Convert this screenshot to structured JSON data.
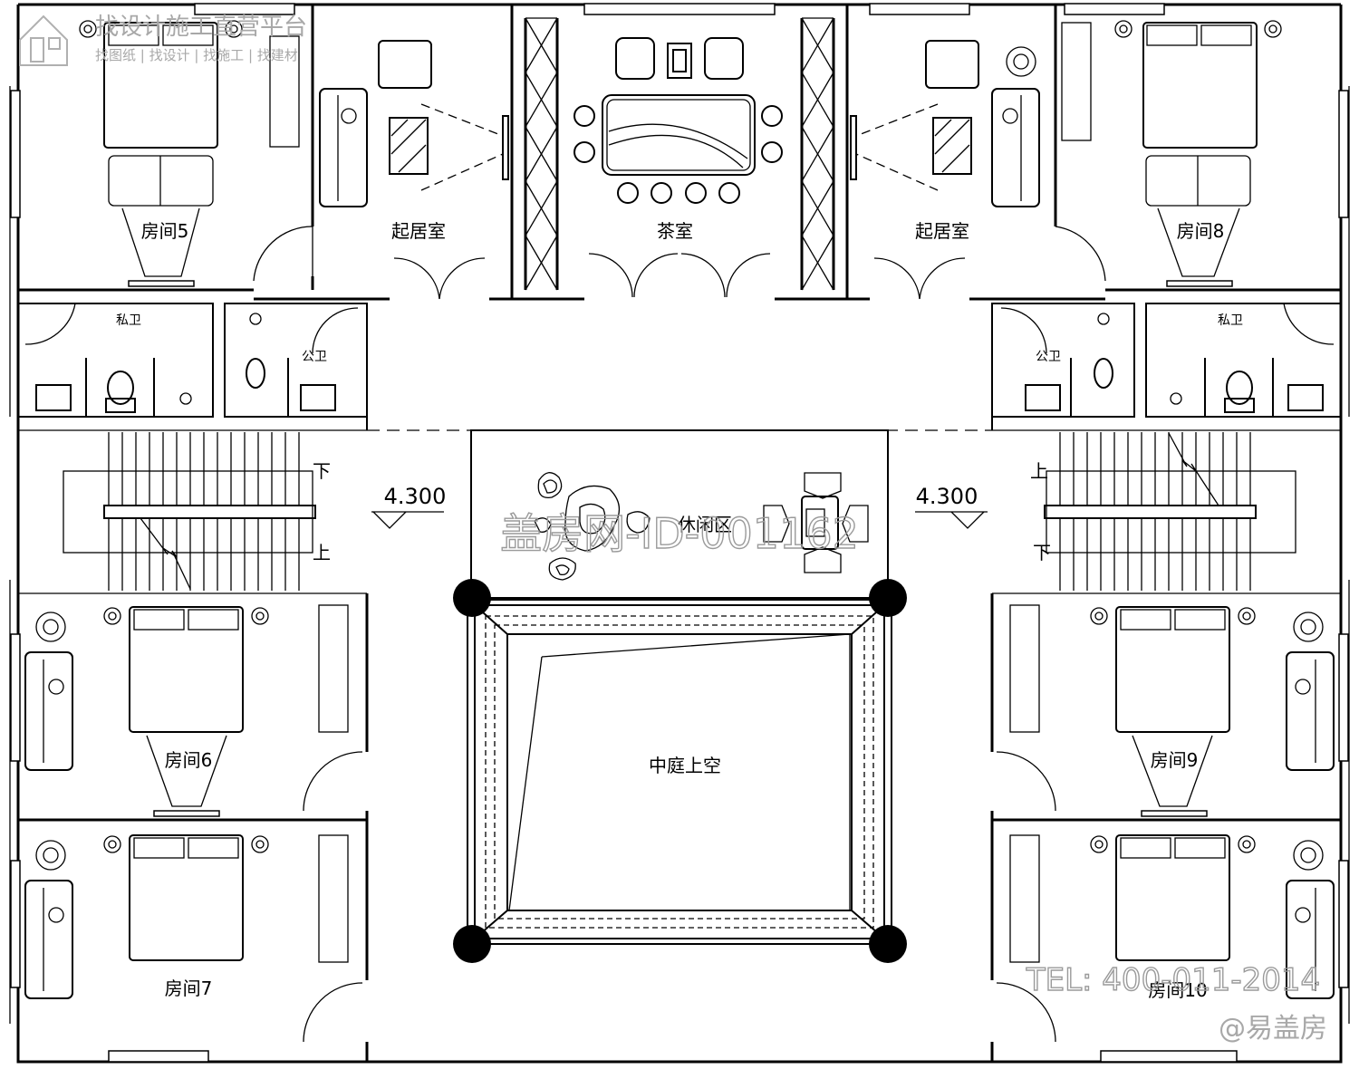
{
  "header": {
    "logo_title": "找设计施工直营平台",
    "logo_subtitle": "找图纸 | 找设计 | 找施工 | 找建材"
  },
  "rooms": {
    "room5": "房间5",
    "living_left": "起居室",
    "tea_room": "茶室",
    "living_right": "起居室",
    "room8": "房间8",
    "private_bath_left": "私卫",
    "public_bath_left": "公卫",
    "public_bath_right": "公卫",
    "private_bath_right": "私卫",
    "leisure": "休闲区",
    "courtyard_void": "中庭上空",
    "room6": "房间6",
    "room9": "房间9",
    "room7": "房间7",
    "room10": "房间10"
  },
  "stairs": {
    "left_down": "下",
    "left_up": "上",
    "right_up": "上",
    "right_down": "下"
  },
  "levels": {
    "left": "4.300",
    "right": "4.300"
  },
  "watermarks": {
    "id": "盖房网-ID-001162",
    "tel": "TEL: 400-011-2014",
    "brand": "@易盖房"
  }
}
